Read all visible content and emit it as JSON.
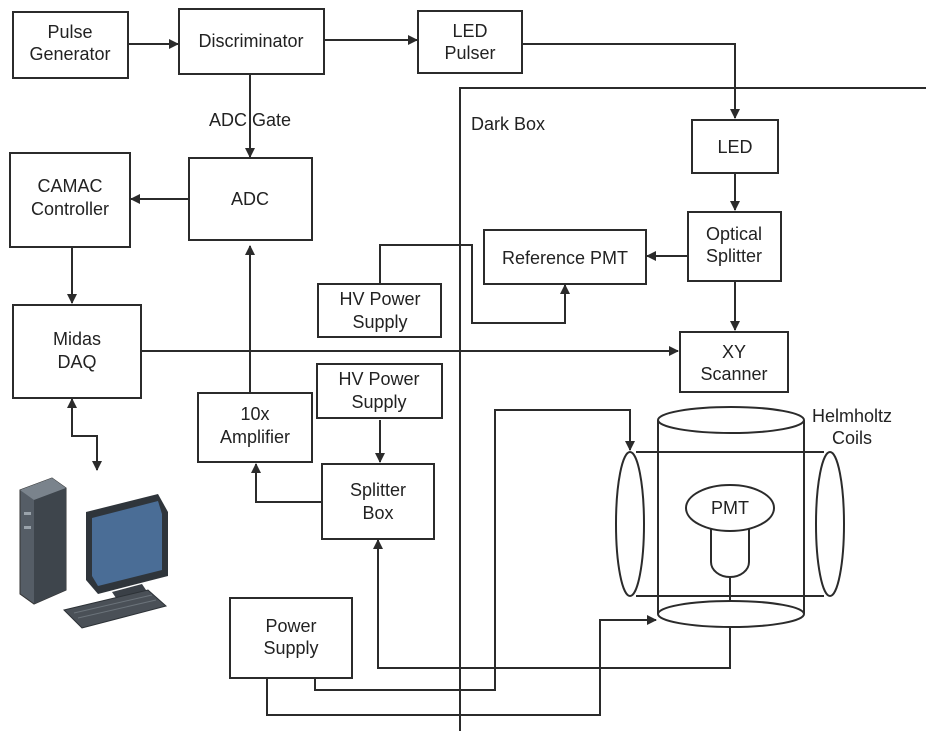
{
  "blocks": {
    "pulse_generator": [
      "Pulse",
      "Generator"
    ],
    "discriminator": "Discriminator",
    "led_pulser": [
      "LED",
      "Pulser"
    ],
    "adc": "ADC",
    "camac_controller": [
      "CAMAC",
      "Controller"
    ],
    "midas_daq": [
      "Midas",
      "DAQ"
    ],
    "led": "LED",
    "optical_splitter": [
      "Optical",
      "Splitter"
    ],
    "reference_pmt": "Reference PMT",
    "hv_power_supply_top": [
      "HV Power",
      "Supply"
    ],
    "xy_scanner": [
      "XY",
      "Scanner"
    ],
    "hv_power_supply_mid": [
      "HV Power",
      "Supply"
    ],
    "amplifier": [
      "10x",
      "Amplifier"
    ],
    "splitter_box": [
      "Splitter",
      "Box"
    ],
    "power_supply": [
      "Power",
      "Supply"
    ],
    "pmt": "PMT"
  },
  "labels": {
    "adc_gate": "ADC Gate",
    "dark_box": "Dark Box",
    "helmholtz_coils": [
      "Helmholtz",
      "Coils"
    ]
  },
  "icons": {
    "computer": "desktop-computer-icon"
  },
  "colors": {
    "line": "#2b2b2b",
    "text": "#222222",
    "monitor_screen": "#4a6d96"
  }
}
